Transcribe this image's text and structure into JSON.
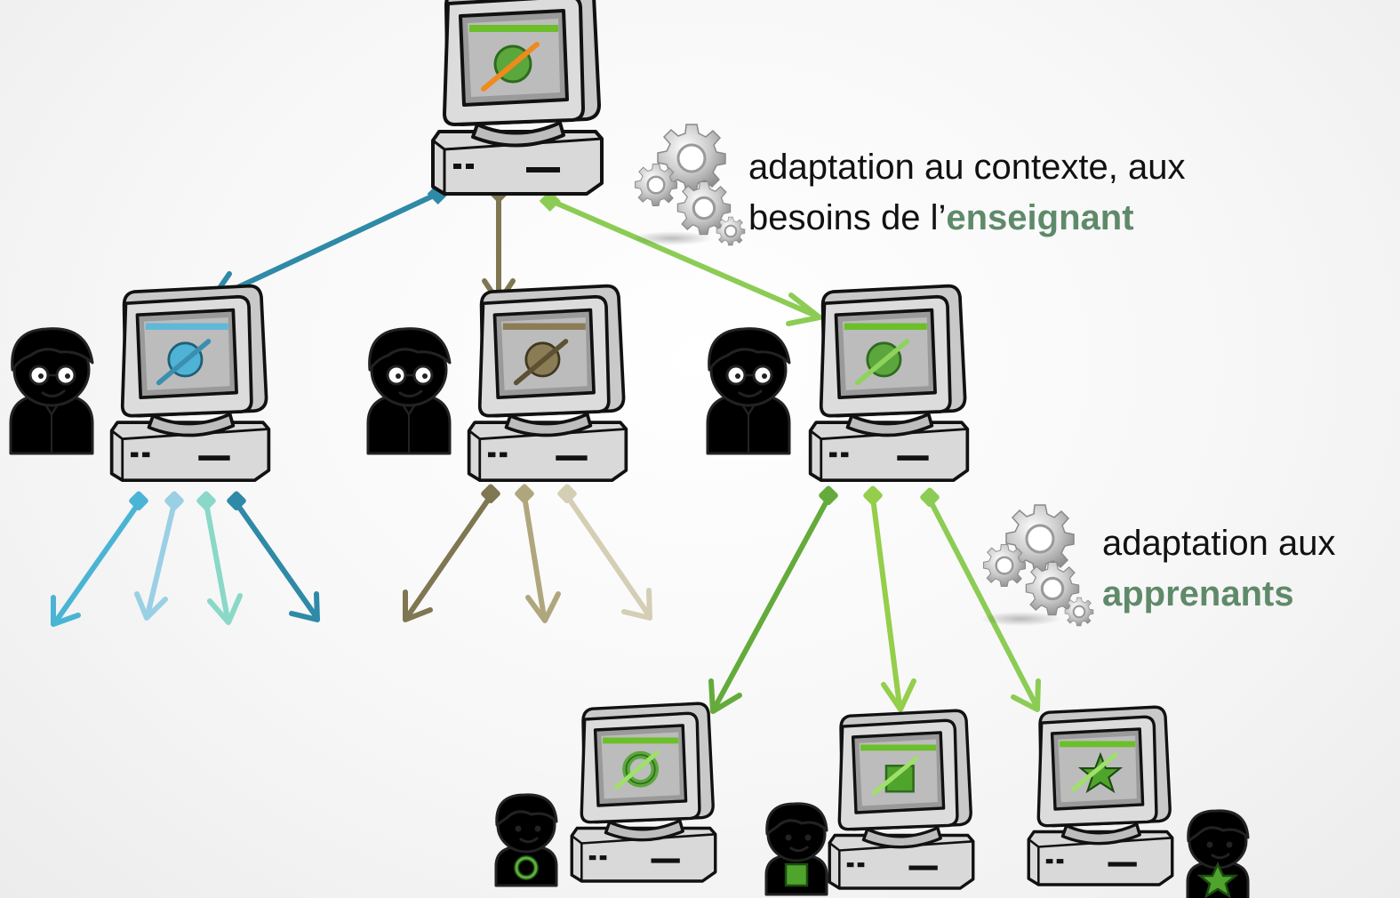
{
  "annotations": [
    {
      "line1": "adaptation au contexte, aux",
      "line2_prefix": "besoins de l’",
      "line2_emphasis": "enseignant",
      "emphasis_color": "#5f8a6a"
    },
    {
      "line1": "adaptation aux",
      "line2_prefix": "",
      "line2_emphasis": "apprenants",
      "emphasis_color": "#5f8a6a"
    }
  ],
  "icons": {
    "computer": "computer-icon",
    "teacher": "teacher-icon",
    "learner": "learner-icon",
    "gears": "gears-icon"
  },
  "colors": {
    "blue_branch": [
      "#2e8aa6",
      "#4ab4d4",
      "#9ad0e4",
      "#8ad8c8"
    ],
    "olive_branch": [
      "#7f7652",
      "#b0a67d",
      "#d4ceb4"
    ],
    "green_branch": [
      "#8ccc55",
      "#64ab3c",
      "#94ce4a"
    ],
    "learner_green": "#7fbf6a",
    "teacher_blue": "#72c6cf",
    "teacher_olive": "#cbbb98",
    "teacher_green": "#8fc77f"
  },
  "nodes": {
    "root": {
      "screen": "#5aa83c",
      "bar": "#6cbf2a",
      "stroke": "#f08a1c"
    },
    "teachers": [
      {
        "name": "teacher-blue",
        "screen": "#4fb3d6",
        "bar": "#5fb8d8",
        "stroke": "#3a8fb0",
        "person": "#74c5cf",
        "hair": "#2f5e66"
      },
      {
        "name": "teacher-olive",
        "screen": "#8a7d56",
        "bar": "#8a7d56",
        "stroke": "#5c5233",
        "person": "#cdbd9a",
        "hair": "#5a5238"
      },
      {
        "name": "teacher-green",
        "screen": "#5ca63e",
        "bar": "#6cbf2a",
        "stroke": "#8ed35a",
        "person": "#8fc77f",
        "hair": "#3f6b3a"
      }
    ],
    "learners": [
      {
        "name": "learner-ring",
        "shape": "ring"
      },
      {
        "name": "learner-square",
        "shape": "square"
      },
      {
        "name": "learner-star",
        "shape": "star"
      }
    ]
  }
}
